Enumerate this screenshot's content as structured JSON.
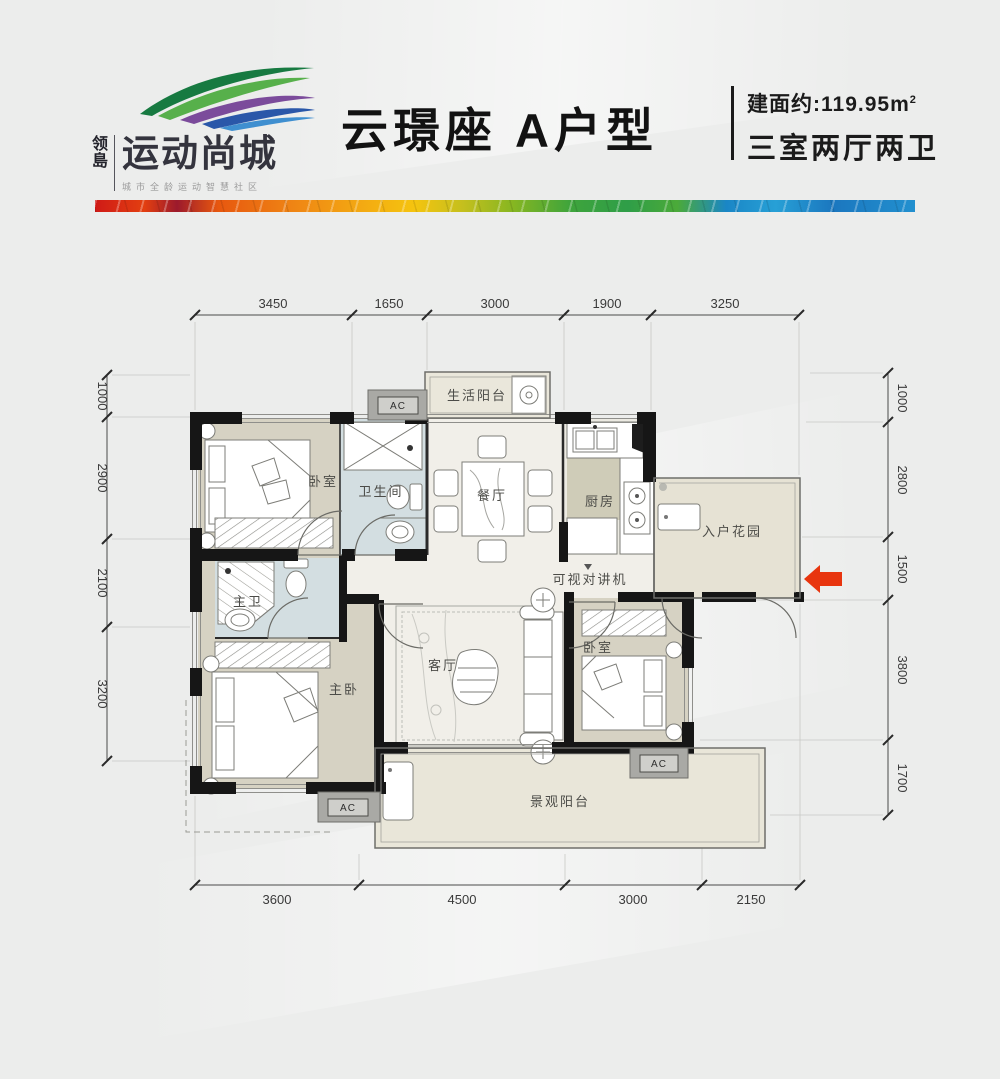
{
  "logo": {
    "brand_vertical_top": "领",
    "brand_vertical_bottom": "島",
    "brand_main": "运动尚城",
    "brand_sub": "城市全龄运动智慧社区"
  },
  "header": {
    "unit_title": "云璟座 A户型",
    "area_prefix": "建面约:119.95m",
    "area_sup": "2",
    "spec": "三室两厅两卫"
  },
  "floorplan": {
    "labels": {
      "bedroom_top": "卧室",
      "bathroom": "卫生间",
      "dining": "餐厅",
      "kitchen": "厨房",
      "life_balcony": "生活阳台",
      "entry_garden": "入户花园",
      "intercom": "可视对讲机",
      "master_bath": "主卫",
      "master_bed": "主卧",
      "living": "客厅",
      "bedroom_right": "卧室",
      "view_balcony": "景观阳台",
      "ac": "AC"
    },
    "dims": {
      "top": [
        "3450",
        "1650",
        "3000",
        "1900",
        "3250"
      ],
      "bottom": [
        "3600",
        "4500",
        "3000",
        "2150"
      ],
      "left": [
        "1000",
        "2900",
        "2100",
        "3200"
      ],
      "right": [
        "1000",
        "2800",
        "1500",
        "3800",
        "1700"
      ]
    }
  },
  "colors": {
    "entry_arrow": "#e8350f",
    "wall": "#161616",
    "floor_beige": "#d6d2c3",
    "floor_blue": "#d3dee1",
    "floor_light": "#f1efe9",
    "stripe_start": "#cf1a17",
    "stripe_end": "#2290cf"
  }
}
